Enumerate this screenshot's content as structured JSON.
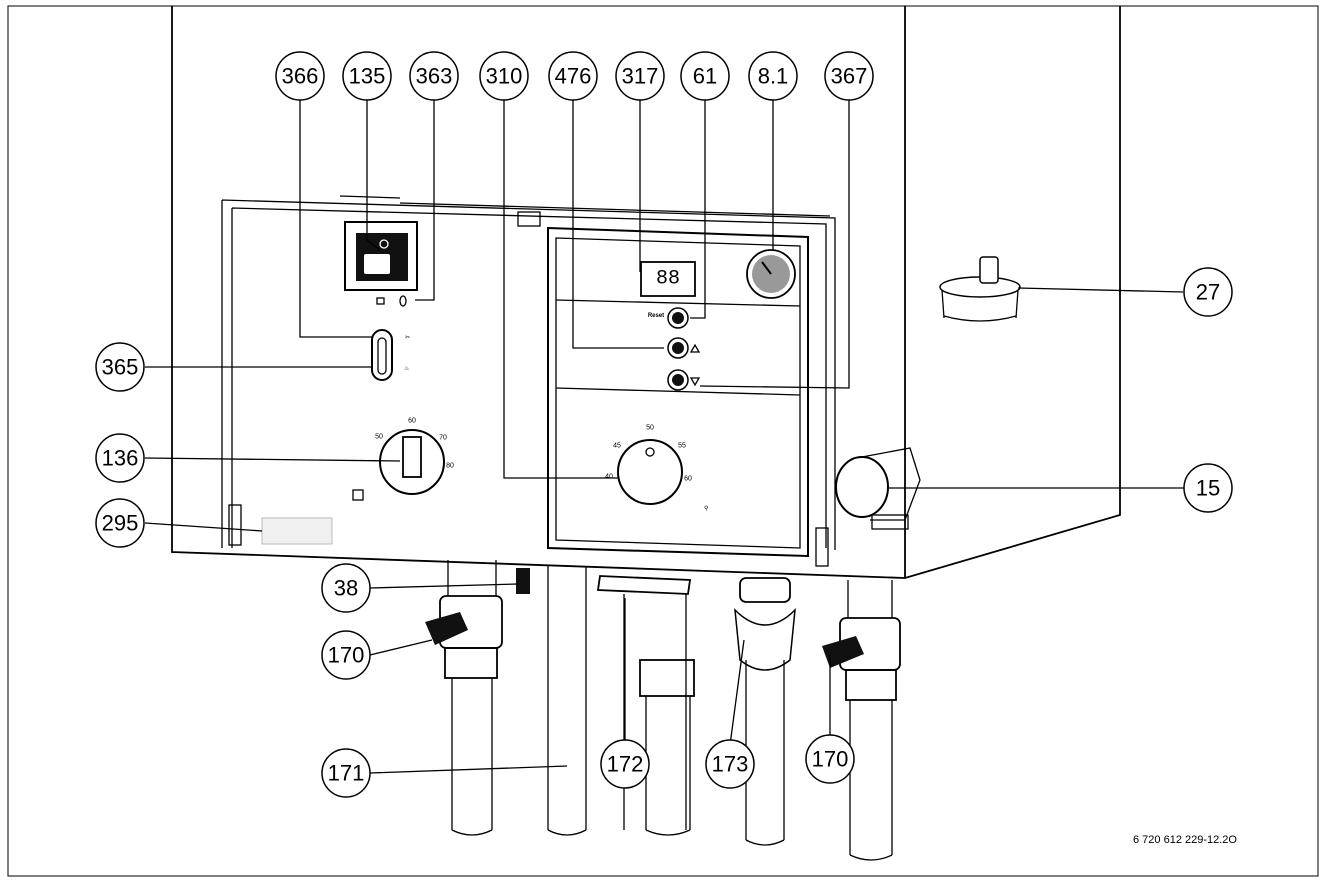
{
  "callouts": {
    "c366": "366",
    "c135": "135",
    "c363": "363",
    "c310": "310",
    "c476": "476",
    "c317": "317",
    "c61": "61",
    "c81": "8.1",
    "c367": "367",
    "c27": "27",
    "c365": "365",
    "c136": "136",
    "c15": "15",
    "c295": "295",
    "c38": "38",
    "c170a": "170",
    "c171": "171",
    "c172": "172",
    "c173": "173",
    "c170b": "170"
  },
  "panel": {
    "display_value": "88",
    "reset_label": "Reset",
    "left_dial_ticks": {
      "t50": "50",
      "t60": "60",
      "t70": "70",
      "t80": "80"
    },
    "right_dial_ticks": {
      "t40": "40",
      "t45": "45",
      "t50": "50",
      "t55": "55",
      "t60": "60"
    }
  },
  "figure_id": "6 720 612 229-12.2O"
}
